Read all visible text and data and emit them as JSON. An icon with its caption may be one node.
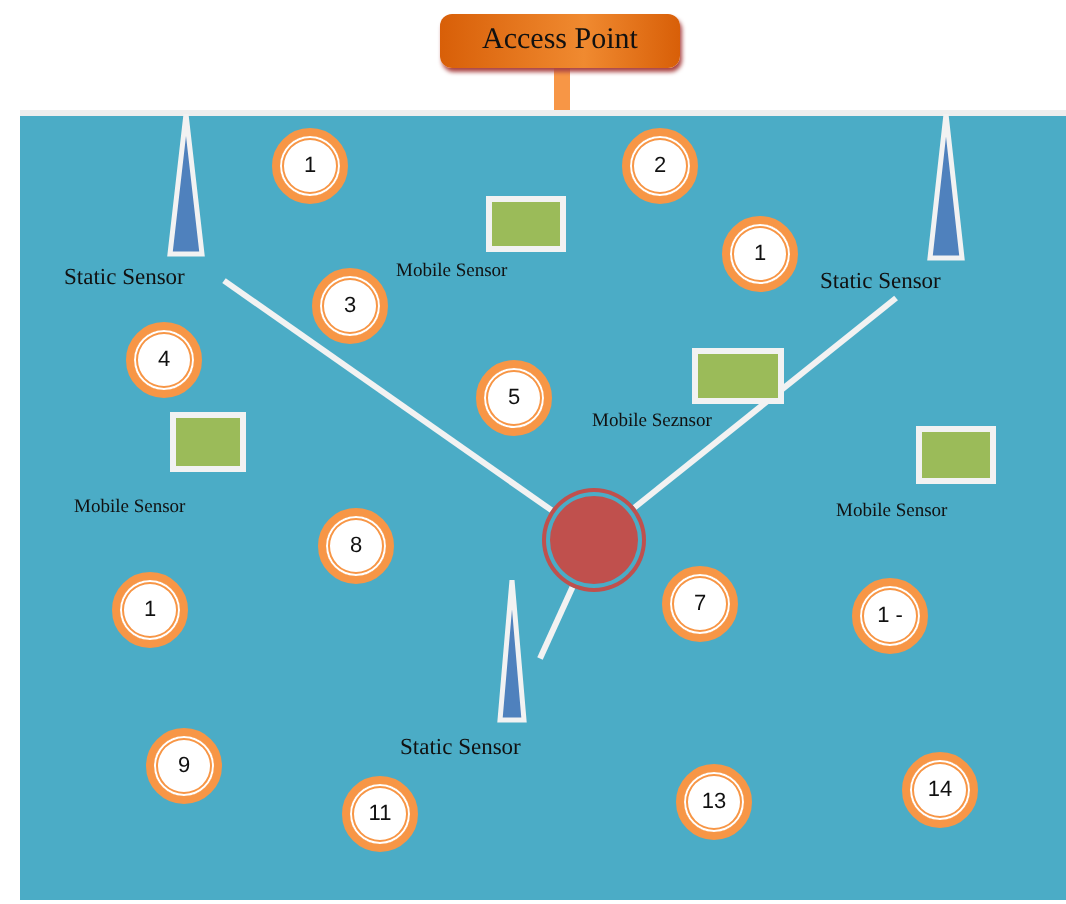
{
  "diagram": {
    "nodes": [
      {
        "text": [
          "Access Point"
        ]
      },
      {
        "text": [],
        "shape": "box"
      },
      {
        "text": [
          "Static Sensor"
        ],
        "in": 1
      },
      {
        "text": [
          "1"
        ],
        "in": 1
      },
      {
        "text": [
          "2"
        ],
        "in": 1
      },
      {
        "text": [
          "Mobile Sensor"
        ],
        "in": 1
      },
      {
        "text": [
          "1"
        ],
        "in": 1
      },
      {
        "text": [
          "Static Sensor"
        ],
        "in": 1
      },
      {
        "text": [
          "3"
        ],
        "in": 1
      },
      {
        "text": [
          "4"
        ],
        "in": 1
      },
      {
        "text": [
          "5"
        ],
        "in": 1
      },
      {
        "text": [
          "Mobile Seznsor"
        ],
        "in": 1
      },
      {
        "text": [
          "Mobile Sensor"
        ],
        "in": 1
      },
      {
        "text": [
          "Mobile Sensor"
        ],
        "in": 1
      },
      {
        "text": [
          "8"
        ],
        "in": 1
      },
      {
        "text": [],
        "shape": "circle",
        "in": 1
      },
      {
        "text": [
          "7"
        ],
        "in": 1
      },
      {
        "text": [
          "1"
        ],
        "in": 1
      },
      {
        "text": [
          "1 -"
        ],
        "in": 1
      },
      {
        "text": [
          "Static Sensor"
        ],
        "in": 1
      },
      {
        "text": [
          "9"
        ],
        "in": 1
      },
      {
        "text": [
          "11"
        ],
        "in": 1
      },
      {
        "text": [
          "13"
        ],
        "in": 1
      },
      {
        "text": [
          "14"
        ],
        "in": 1
      }
    ],
    "edges": [
      {
        "from": 0,
        "to": 1,
        "arrow": "none",
        "style": "thick",
        "color": "#f79646"
      },
      {
        "from": 2,
        "to": 15,
        "arrow": "none"
      },
      {
        "from": 7,
        "to": 15,
        "arrow": "none"
      },
      {
        "from": 19,
        "to": 15,
        "arrow": "none"
      }
    ]
  }
}
